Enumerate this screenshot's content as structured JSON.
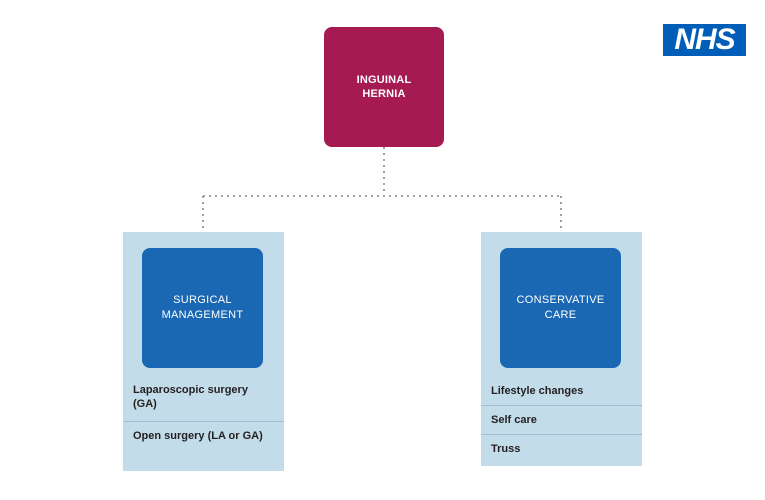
{
  "root": {
    "label": "INGUINAL HERNIA",
    "color": "#a51a50"
  },
  "branches": [
    {
      "label": "SURGICAL MANAGEMENT",
      "options": [
        "Laparoscopic surgery (GA)",
        "Open surgery (LA or GA)"
      ]
    },
    {
      "label": "CONSERVATIVE CARE",
      "options": [
        "Lifestyle changes",
        "Self care",
        "Truss"
      ]
    }
  ],
  "logo": {
    "text": "NHS",
    "color": "#005eb8"
  },
  "colors": {
    "branch_node": "#1a68b3",
    "panel": "#c3dcea",
    "connector": "#a0a0a0"
  }
}
